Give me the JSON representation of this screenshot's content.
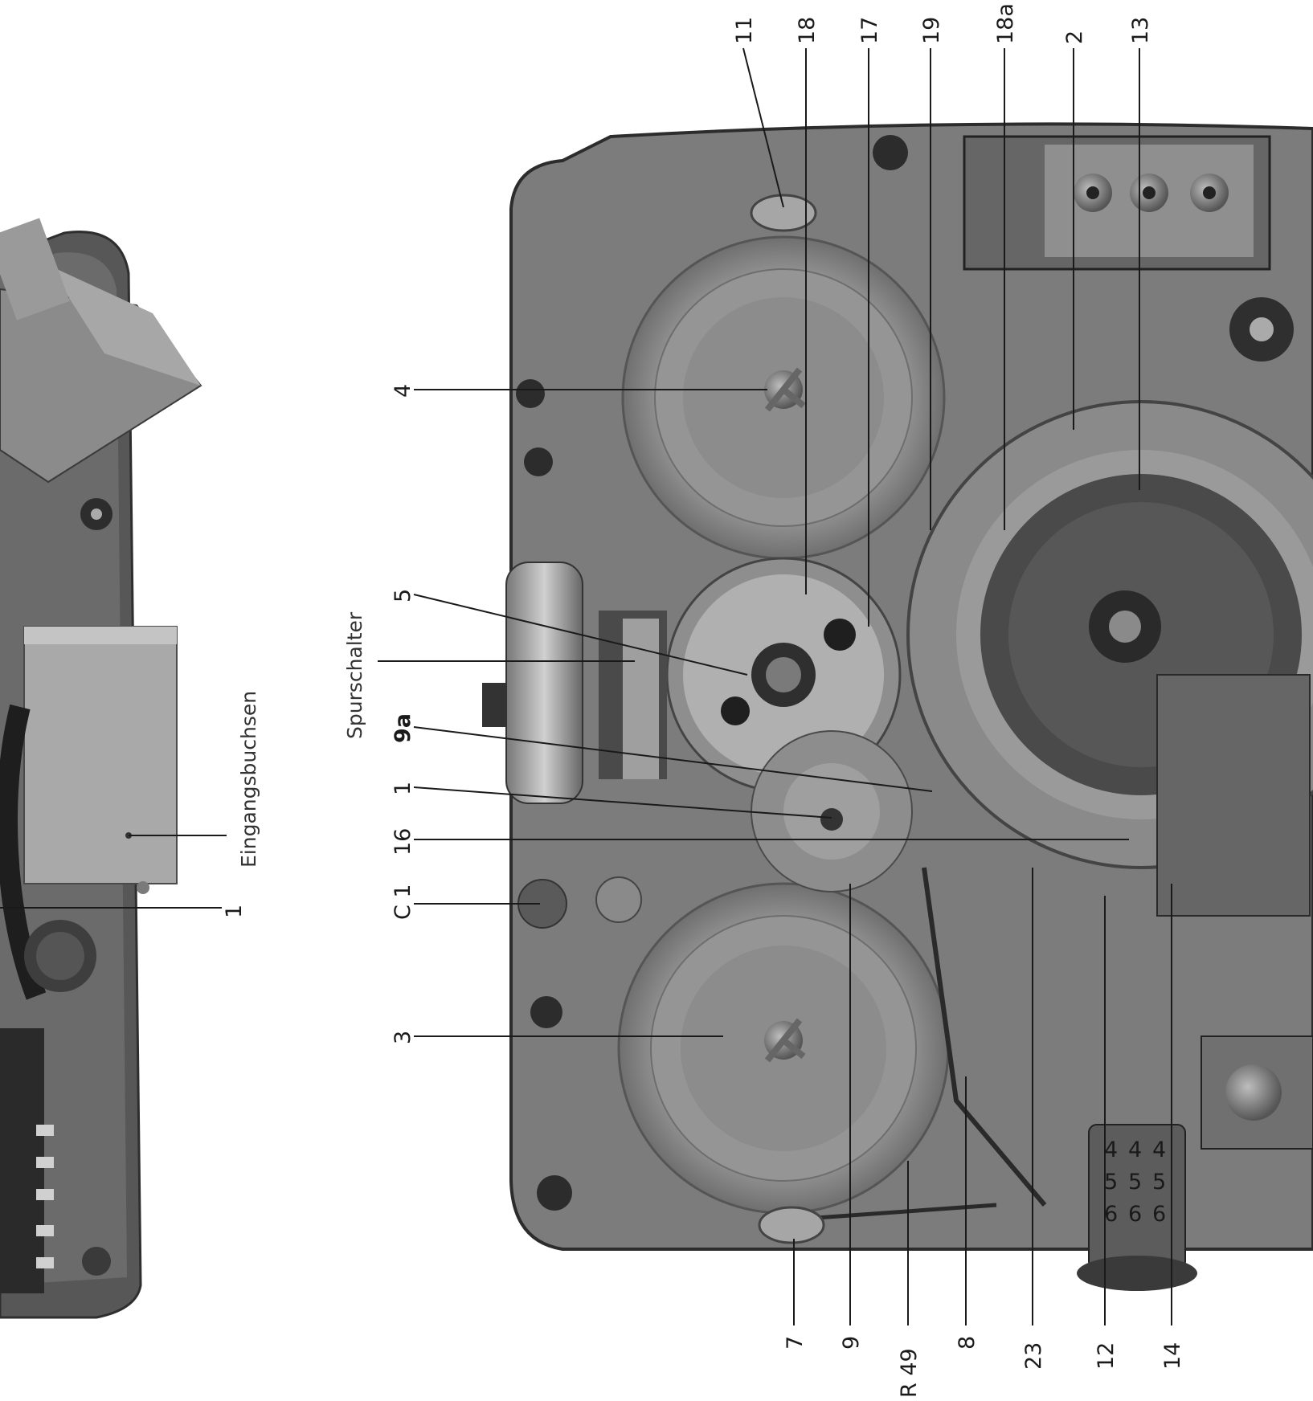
{
  "figure": {
    "caption_labels": [
      "Eingangsbuchsen",
      "Spurschalter"
    ],
    "callouts": {
      "left_side": [
        "4",
        "5",
        "9a",
        "1",
        "16",
        "C 1",
        "3"
      ],
      "top_edge": [
        "11",
        "18",
        "17",
        "19",
        "18a",
        "2",
        "13"
      ],
      "bottom_edge": [
        "7",
        "9",
        "R 49",
        "8",
        "23",
        "12",
        "14"
      ],
      "left_panel": [
        "1"
      ]
    },
    "counter_digits": [
      "4",
      "4",
      "4",
      "5",
      "5",
      "5",
      "6",
      "6",
      "6"
    ]
  }
}
